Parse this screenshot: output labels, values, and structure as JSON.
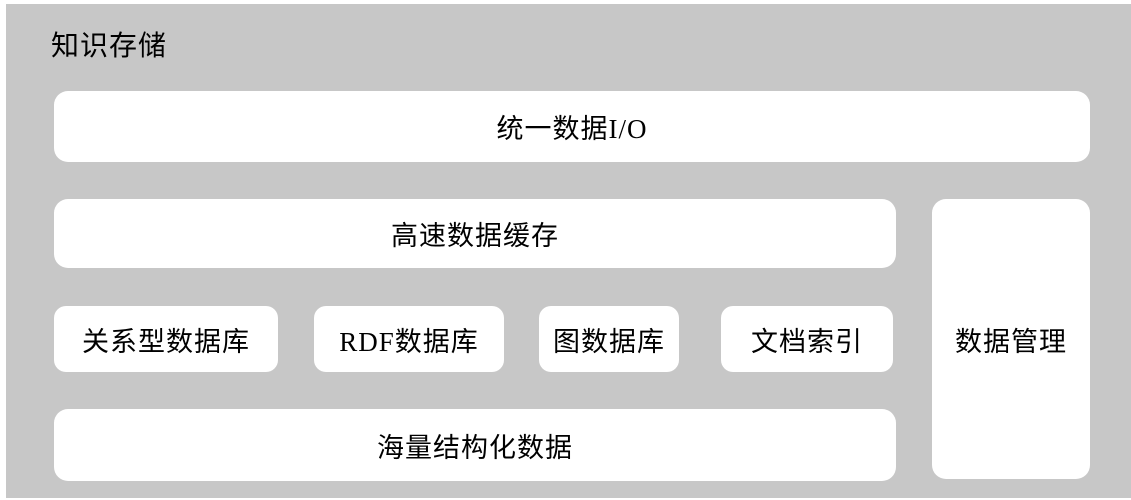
{
  "diagram": {
    "title": "知识存储",
    "colors": {
      "panel_bg": "#c7c7c7",
      "box_bg": "#ffffff",
      "text": "#000000",
      "page_bg": "#ffffff"
    },
    "blocks": {
      "unified_io": {
        "label": "统一数据I/O"
      },
      "cache": {
        "label": "高速数据缓存"
      },
      "relational_db": {
        "label": "关系型数据库"
      },
      "rdf_db": {
        "label": "RDF数据库"
      },
      "graph_db": {
        "label": "图数据库"
      },
      "doc_index": {
        "label": "文档索引"
      },
      "structured_data": {
        "label": "海量结构化数据"
      },
      "data_management": {
        "label": "数据管理"
      }
    }
  }
}
